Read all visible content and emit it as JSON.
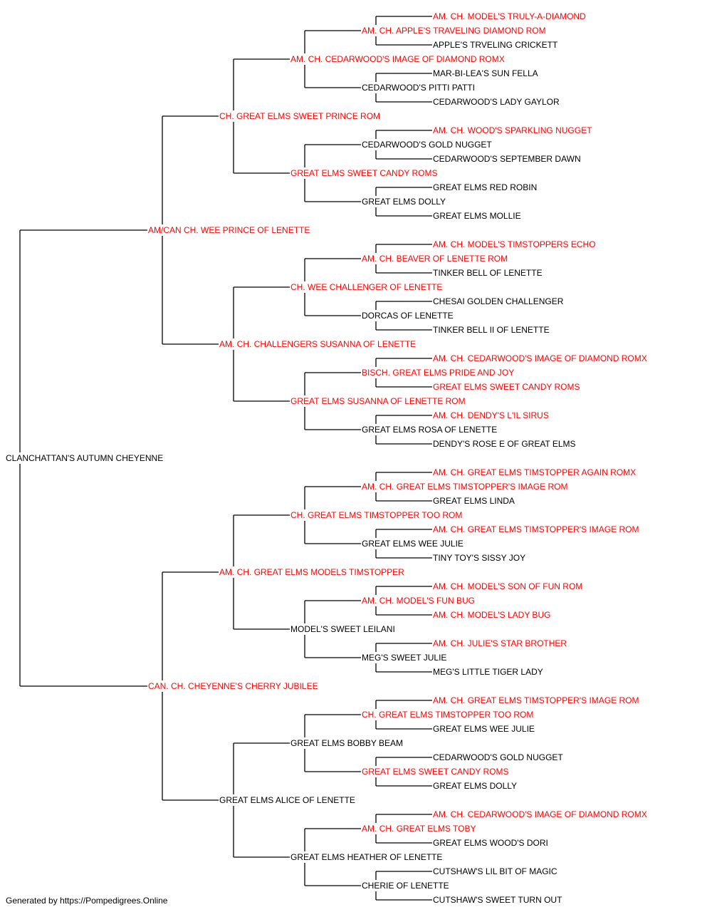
{
  "colors": {
    "titled": "#ff0000",
    "normal": "#000000",
    "line": "#000000"
  },
  "pedigree": {
    "name": "CLANCHATTAN'S AUTUMN CHEYENNE",
    "titled": false,
    "sire": {
      "name": "AM/CAN CH. WEE PRINCE OF LENETTE",
      "titled": true,
      "sire": {
        "name": "CH. GREAT ELMS SWEET PRINCE ROM",
        "titled": true,
        "sire": {
          "name": "AM. CH. CEDARWOOD'S IMAGE OF DIAMOND ROMX",
          "titled": true,
          "sire": {
            "name": "AM. CH. APPLE'S TRAVELING DIAMOND ROM",
            "titled": true,
            "sire": {
              "name": "AM. CH. MODEL'S TRULY-A-DIAMOND",
              "titled": true
            },
            "dam": {
              "name": "APPLE'S TRVELING CRICKETT",
              "titled": false
            }
          },
          "dam": {
            "name": "CEDARWOOD'S PITTI PATTI",
            "titled": false,
            "sire": {
              "name": "MAR-BI-LEA'S SUN FELLA",
              "titled": false
            },
            "dam": {
              "name": "CEDARWOOD'S LADY GAYLOR",
              "titled": false
            }
          }
        },
        "dam": {
          "name": "GREAT ELMS SWEET CANDY ROMS",
          "titled": true,
          "sire": {
            "name": "CEDARWOOD'S GOLD NUGGET",
            "titled": false,
            "sire": {
              "name": "AM. CH. WOOD'S SPARKLING NUGGET",
              "titled": true
            },
            "dam": {
              "name": "CEDARWOOD'S SEPTEMBER DAWN",
              "titled": false
            }
          },
          "dam": {
            "name": "GREAT ELMS DOLLY",
            "titled": false,
            "sire": {
              "name": "GREAT ELMS RED ROBIN",
              "titled": false
            },
            "dam": {
              "name": "GREAT ELMS MOLLIE",
              "titled": false
            }
          }
        }
      },
      "dam": {
        "name": "AM. CH. CHALLENGERS SUSANNA OF LENETTE",
        "titled": true,
        "sire": {
          "name": "CH. WEE CHALLENGER OF LENETTE",
          "titled": true,
          "sire": {
            "name": "AM. CH. BEAVER OF LENETTE ROM",
            "titled": true,
            "sire": {
              "name": "AM. CH. MODEL'S TIMSTOPPERS ECHO",
              "titled": true
            },
            "dam": {
              "name": "TINKER BELL OF LENETTE",
              "titled": false
            }
          },
          "dam": {
            "name": "DORCAS OF LENETTE",
            "titled": false,
            "sire": {
              "name": "CHESAI GOLDEN CHALLENGER",
              "titled": false
            },
            "dam": {
              "name": "TINKER BELL II OF LENETTE",
              "titled": false
            }
          }
        },
        "dam": {
          "name": "GREAT ELMS SUSANNA OF LENETTE ROM",
          "titled": true,
          "sire": {
            "name": "BISCH. GREAT ELMS PRIDE AND JOY",
            "titled": true,
            "sire": {
              "name": "AM. CH. CEDARWOOD'S IMAGE OF DIAMOND ROMX",
              "titled": true
            },
            "dam": {
              "name": "GREAT ELMS SWEET CANDY ROMS",
              "titled": true
            }
          },
          "dam": {
            "name": "GREAT ELMS ROSA OF LENETTE",
            "titled": false,
            "sire": {
              "name": "AM. CH. DENDY'S L'IL SIRUS",
              "titled": true
            },
            "dam": {
              "name": "DENDY'S ROSE E OF GREAT ELMS",
              "titled": false
            }
          }
        }
      }
    },
    "dam": {
      "name": "CAN. CH. CHEYENNE'S CHERRY JUBILEE",
      "titled": true,
      "sire": {
        "name": "AM. CH. GREAT ELMS MODELS TIMSTOPPER",
        "titled": true,
        "sire": {
          "name": "CH. GREAT ELMS TIMSTOPPER TOO ROM",
          "titled": true,
          "sire": {
            "name": "AM. CH. GREAT ELMS TIMSTOPPER'S IMAGE ROM",
            "titled": true,
            "sire": {
              "name": "AM. CH. GREAT ELMS TIMSTOPPER AGAIN ROMX",
              "titled": true
            },
            "dam": {
              "name": "GREAT ELMS LINDA",
              "titled": false
            }
          },
          "dam": {
            "name": "GREAT ELMS WEE JULIE",
            "titled": false,
            "sire": {
              "name": "AM. CH. GREAT ELMS TIMSTOPPER'S IMAGE ROM",
              "titled": true
            },
            "dam": {
              "name": "TINY TOY'S SISSY JOY",
              "titled": false
            }
          }
        },
        "dam": {
          "name": "MODEL'S SWEET LEILANI",
          "titled": false,
          "sire": {
            "name": "AM. CH. MODEL'S FUN BUG",
            "titled": true,
            "sire": {
              "name": "AM. CH. MODEL'S SON OF FUN ROM",
              "titled": true
            },
            "dam": {
              "name": "AM. CH. MODEL'S LADY BUG",
              "titled": true
            }
          },
          "dam": {
            "name": "MEG'S SWEET JULIE",
            "titled": false,
            "sire": {
              "name": "AM. CH. JULIE'S STAR BROTHER",
              "titled": true
            },
            "dam": {
              "name": "MEG'S LITTLE TIGER LADY",
              "titled": false
            }
          }
        }
      },
      "dam": {
        "name": "GREAT ELMS ALICE OF LENETTE",
        "titled": false,
        "sire": {
          "name": "GREAT ELMS BOBBY BEAM",
          "titled": false,
          "sire": {
            "name": "CH. GREAT ELMS TIMSTOPPER TOO ROM",
            "titled": true,
            "sire": {
              "name": "AM. CH. GREAT ELMS TIMSTOPPER'S IMAGE ROM",
              "titled": true
            },
            "dam": {
              "name": "GREAT ELMS WEE JULIE",
              "titled": false
            }
          },
          "dam": {
            "name": "GREAT ELMS SWEET CANDY ROMS",
            "titled": true,
            "sire": {
              "name": "CEDARWOOD'S GOLD NUGGET",
              "titled": false
            },
            "dam": {
              "name": "GREAT ELMS DOLLY",
              "titled": false
            }
          }
        },
        "dam": {
          "name": "GREAT ELMS HEATHER OF LENETTE",
          "titled": false,
          "sire": {
            "name": "AM. CH. GREAT ELMS TOBY",
            "titled": true,
            "sire": {
              "name": "AM. CH. CEDARWOOD'S IMAGE OF DIAMOND ROMX",
              "titled": true
            },
            "dam": {
              "name": "GREAT ELMS WOOD'S DORI",
              "titled": false
            }
          },
          "dam": {
            "name": "CHERIE OF LENETTE",
            "titled": false,
            "sire": {
              "name": "CUTSHAW'S LIL BIT OF MAGIC",
              "titled": false
            },
            "dam": {
              "name": "CUTSHAW'S SWEET TURN OUT",
              "titled": false
            }
          }
        }
      }
    }
  },
  "footer": "Generated by https://Pompedigrees.Online"
}
